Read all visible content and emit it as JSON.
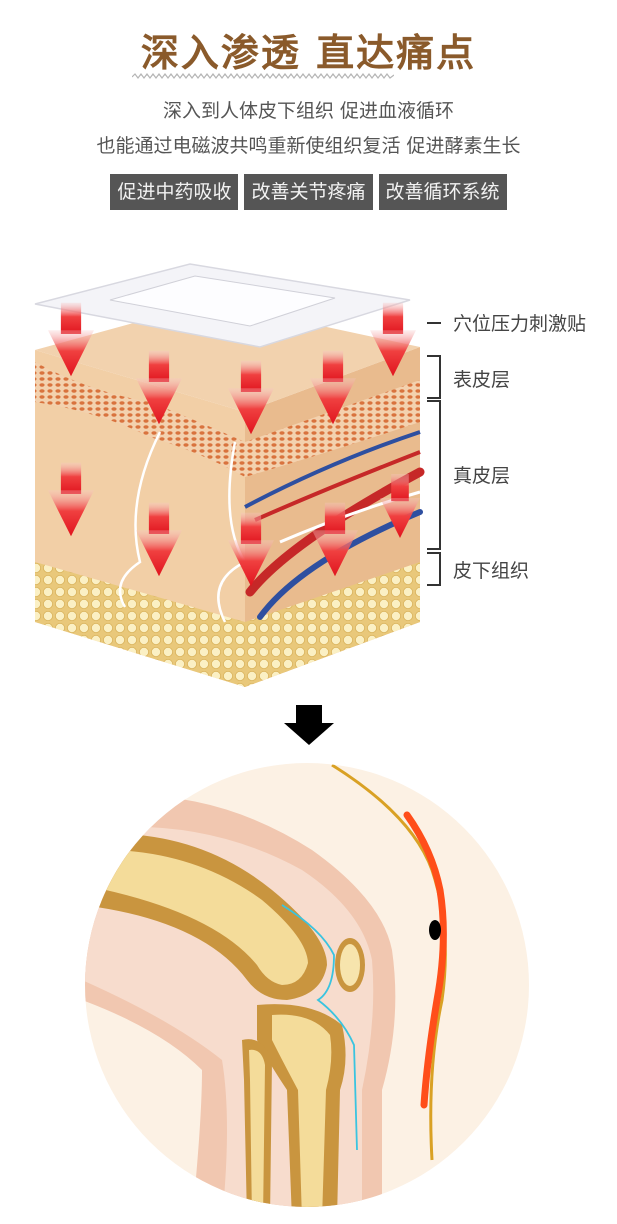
{
  "header": {
    "title": "深入渗透 直达痛点",
    "subtitle_line1": "深入到人体皮下组织 促进血液循环",
    "subtitle_line2": "也能通过电磁波共鸣重新使组织复活 促进酵素生长"
  },
  "tags": [
    {
      "label": "促进中药吸收"
    },
    {
      "label": "改善关节疼痛"
    },
    {
      "label": "改善循环系统"
    }
  ],
  "skin_diagram": {
    "labels": {
      "patch": "穴位压力刺激贴",
      "epidermis": "表皮层",
      "dermis": "真皮层",
      "subcutaneous": "皮下组织"
    }
  },
  "icons": {
    "transition_arrow": "down-arrow-icon"
  },
  "colors": {
    "title": "#8a5a2b",
    "subtitle": "#555555",
    "tag_bg": "#555555",
    "tag_text": "#f2f2f2",
    "arrow_red": "#e8202a",
    "skin": "#f0cfa8",
    "bone": "#e8c07a",
    "knee_bg": "#fcf1e4"
  }
}
